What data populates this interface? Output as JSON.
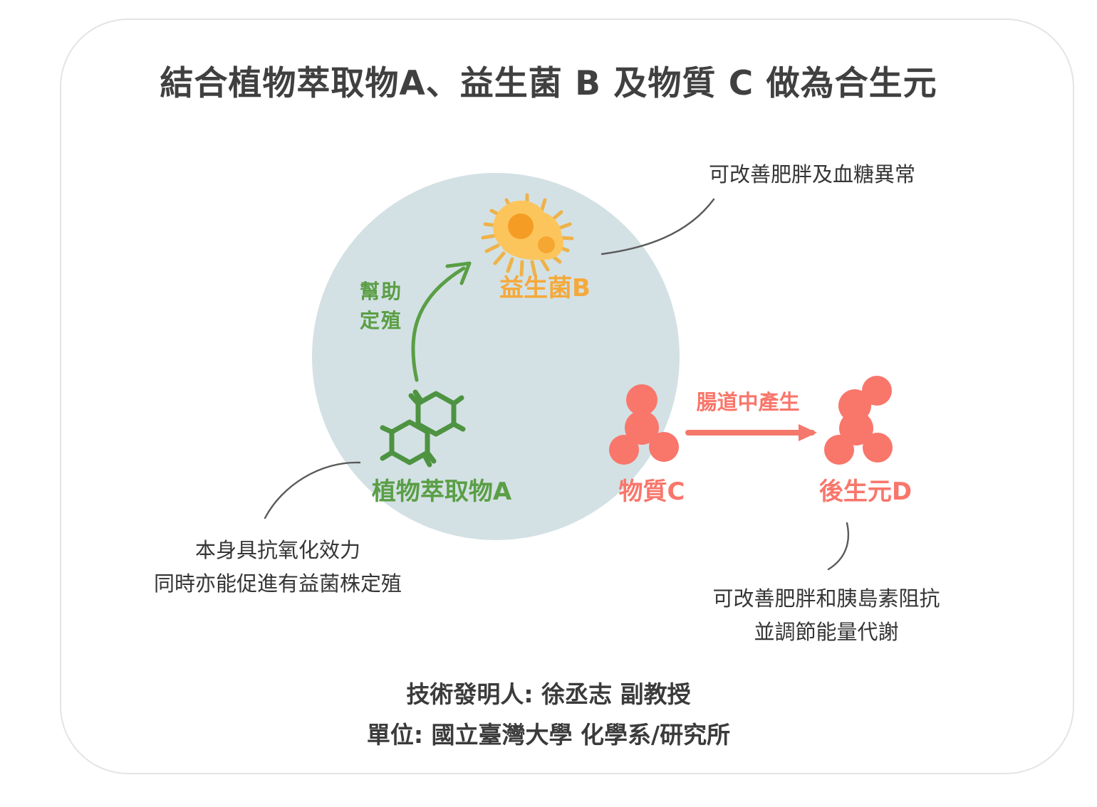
{
  "title": "結合植物萃取物A、益生菌 B 及物質 C 做為合生元",
  "colors": {
    "gut_circle": "#d3e1e4",
    "probiotic_orange": "#f5a93a",
    "extract_green": "#5a9e45",
    "substance_coral": "#f9766b",
    "text_dark": "#353535",
    "card_border": "#e4e4e4"
  },
  "nodes": {
    "probiotic": {
      "label": "益生菌B",
      "icon": "bacterium-icon"
    },
    "plant_extract": {
      "label": "植物萃取物A",
      "icon": "molecule-ring-icon"
    },
    "substance_c": {
      "label": "物質C",
      "icon": "molecule-node-icon"
    },
    "postbiotic_d": {
      "label": "後生元D",
      "icon": "molecule-node-icon"
    }
  },
  "flows": {
    "colonize": "幫助\n定殖",
    "colonize_line1": "幫助",
    "colonize_line2": "定殖",
    "gut_produce": "腸道中產生"
  },
  "annotations": {
    "probiotic": {
      "line1": "可改善肥胖及血糖異常"
    },
    "plant_extract": {
      "line1": "本身具抗氧化效力",
      "line2": "同時亦能促進有益菌株定殖"
    },
    "postbiotic": {
      "line1": "可改善肥胖和胰島素阻抗",
      "line2": "並調節能量代謝"
    }
  },
  "footer": {
    "inventor": "技術發明人: 徐丞志 副教授",
    "affiliation": "單位: 國立臺灣大學 化學系/研究所"
  }
}
